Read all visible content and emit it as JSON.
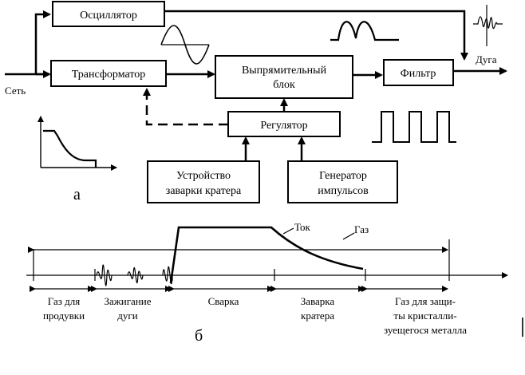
{
  "diagram_a": {
    "blocks": {
      "oscillator": "Осциллятор",
      "transformer": "Трансформатор",
      "rectifier_line1": "Выпрямительный",
      "rectifier_line2": "блок",
      "filter": "Фильтр",
      "regulator": "Регулятор",
      "crater_line1": "Устройство",
      "crater_line2": "заварки кратера",
      "pulse_line1": "Генератор",
      "pulse_line2": "импульсов"
    },
    "labels": {
      "mains": "Сеть",
      "arc": "Дуга"
    },
    "caption": "а"
  },
  "diagram_b": {
    "labels": {
      "current": "Ток",
      "gas": "Газ"
    },
    "phases": [
      {
        "line1": "Газ для",
        "line2": "продувки",
        "line3": ""
      },
      {
        "line1": "Зажигание",
        "line2": "дуги",
        "line3": ""
      },
      {
        "line1": "Сварка",
        "line2": "",
        "line3": ""
      },
      {
        "line1": "Заварка",
        "line2": "кратера",
        "line3": ""
      },
      {
        "line1": "Газ для защи-",
        "line2": "ты кристалли-",
        "line3": "зуещегося металла"
      }
    ],
    "caption": "б"
  },
  "colors": {
    "ink": "#000000",
    "background": "#ffffff"
  }
}
